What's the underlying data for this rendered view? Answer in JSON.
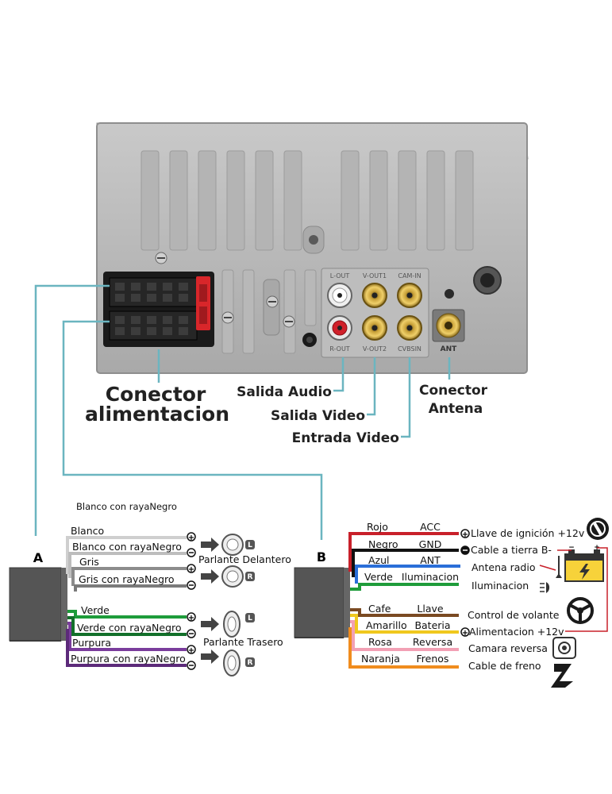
{
  "head_unit": {
    "rca_top": [
      "L-OUT",
      "V-OUT1",
      "CAM-IN"
    ],
    "rca_bottom": [
      "R-OUT",
      "V-OUT2",
      "CVBSIN"
    ],
    "antenna": "ANT"
  },
  "callouts": {
    "power_connector_1": "Conector",
    "power_connector_2": "alimentacion",
    "audio_out": "Salida Audio",
    "video_out": "Salida Video",
    "video_in": "Entrada Video",
    "antenna_1": "Conector",
    "antenna_2": "Antena"
  },
  "harness_a": {
    "id": "A",
    "wires": [
      {
        "label": "Blanco con rayaNegro",
        "color": "#c8c8c8"
      },
      {
        "label": "Blanco",
        "color": "#cfcfcf"
      },
      {
        "label": "Blanco con rayaNegro",
        "color": "#bdbdbd"
      },
      {
        "label": "Gris",
        "color": "#8c8c8c"
      },
      {
        "label": "Gris con rayaNegro",
        "color": "#7a7a7a"
      },
      {
        "label": "Verde",
        "color": "#1e9c3a"
      },
      {
        "label": "Verde con rayaNegro",
        "color": "#12702a"
      },
      {
        "label": "Purpura",
        "color": "#7a3c9c"
      },
      {
        "label": "Purpura con rayaNegro",
        "color": "#5c2a7a"
      }
    ],
    "speakers": {
      "front": "Parlante Delantero",
      "rear": "Parlante Trasero",
      "left": "L",
      "right": "R"
    }
  },
  "harness_b": {
    "id": "B",
    "wires": [
      {
        "color_name": "Rojo",
        "function": "ACC",
        "color": "#c8202a",
        "target": "Llave de ignición +12v"
      },
      {
        "color_name": "Negro",
        "function": "GND",
        "color": "#111111",
        "target": "Cable a tierra B-"
      },
      {
        "color_name": "Azul",
        "function": "ANT",
        "color": "#2a6ed8",
        "target": "Antena radio"
      },
      {
        "color_name": "Verde",
        "function": "Iluminacion",
        "color": "#1e9c3a",
        "target": "Iluminacion"
      },
      {
        "color_name": "Cafe",
        "function": "Llave",
        "color": "#7a4a22",
        "target": "Control de volante"
      },
      {
        "color_name": "Amarillo",
        "function": "Bateria",
        "color": "#f0c81e",
        "target": "Alimentacion +12v"
      },
      {
        "color_name": "Rosa",
        "function": "Reversa",
        "color": "#f2a0b4",
        "target": "Camara reversa"
      },
      {
        "color_name": "Naranja",
        "function": "Frenos",
        "color": "#f08c1e",
        "target": "Cable de freno"
      }
    ]
  }
}
